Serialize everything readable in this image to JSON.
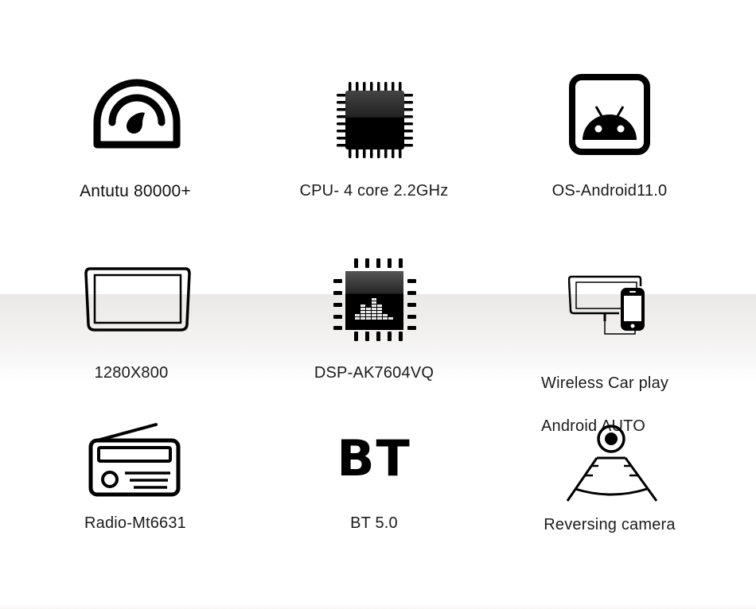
{
  "features": [
    {
      "id": "antutu",
      "icon": "speedometer-icon",
      "label": "Antutu 80000+"
    },
    {
      "id": "cpu",
      "icon": "cpu-chip-icon",
      "label": "CPU- 4 core 2.2GHz"
    },
    {
      "id": "os",
      "icon": "android-icon",
      "label": "OS-Android11.0"
    },
    {
      "id": "resolution",
      "icon": "screen-icon",
      "label": "1280X800"
    },
    {
      "id": "dsp",
      "icon": "dsp-chip-icon",
      "label": "DSP-AK7604VQ"
    },
    {
      "id": "carplay",
      "icon": "screen-phone-icon",
      "label_line1": "Wireless Car play",
      "label_line2": "Android AUTO"
    },
    {
      "id": "radio",
      "icon": "radio-icon",
      "label": "Radio-Mt6631"
    },
    {
      "id": "bt",
      "icon": "bt-text-icon",
      "icon_text": "BT",
      "label": "BT 5.0"
    },
    {
      "id": "camera",
      "icon": "reversing-camera-icon",
      "label": "Reversing camera"
    }
  ],
  "colors": {
    "icon": "#000000",
    "text": "#1b1b1b",
    "band": "#ebe9e8",
    "background": "#ffffff"
  }
}
